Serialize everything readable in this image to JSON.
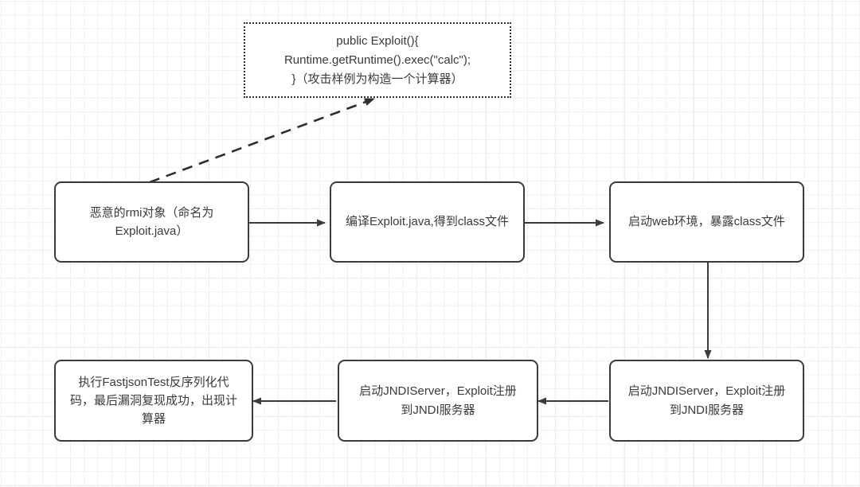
{
  "diagram": {
    "title": "Fastjson JNDI RMI exploit flow",
    "note": {
      "id": "exploit-code-note",
      "text": "public Exploit(){\nRuntime.getRuntime().exec(\"calc\");\n}（攻击样例为构造一个计算器）"
    },
    "nodes": [
      {
        "id": "malicious-rmi-object",
        "text": "恶意的rmi对象（命名为\nExploit.java）"
      },
      {
        "id": "compile-exploit",
        "text": "编译Exploit.java,得到class文件"
      },
      {
        "id": "start-web-server",
        "text": "启动web环境，暴露class文件"
      },
      {
        "id": "start-jndi-server-right",
        "text": "启动JNDIServer，Exploit注册\n到JNDI服务器"
      },
      {
        "id": "start-jndi-server-middle",
        "text": "启动JNDIServer，Exploit注册\n到JNDI服务器"
      },
      {
        "id": "run-fastjson-test",
        "text": "执行FastjsonTest反序列化代\n码，最后漏洞复现成功，出现计\n算器"
      }
    ],
    "edges": [
      {
        "id": "edge-note-to-rmi",
        "style": "dashed"
      },
      {
        "id": "edge-rmi-to-compile",
        "style": "solid"
      },
      {
        "id": "edge-compile-to-web",
        "style": "solid"
      },
      {
        "id": "edge-web-to-jndi-right",
        "style": "solid"
      },
      {
        "id": "edge-jndi-right-to-jndi-middle",
        "style": "solid"
      },
      {
        "id": "edge-jndi-middle-to-fastjson",
        "style": "solid"
      }
    ],
    "colors": {
      "node_border": "#3b3b3b",
      "text": "#3a3a3a",
      "edge": "#3b3b3b",
      "grid_minor": "#f0f0f0",
      "grid_major": "#e6e6e6",
      "background": "#ffffff"
    }
  }
}
